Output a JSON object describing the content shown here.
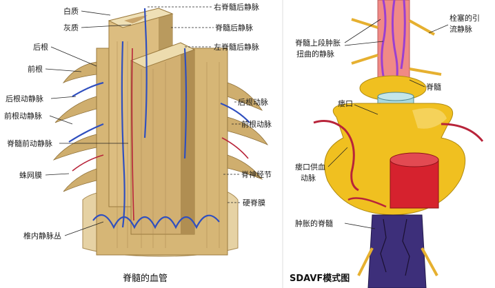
{
  "left_panel": {
    "caption": "脊髓的血管",
    "labels": {
      "white_matter": "白质",
      "gray_matter": "灰质",
      "dorsal_root": "后根",
      "ventral_root": "前根",
      "post_root_vein_left": "后根动静脉",
      "ant_root_artery_left": "前根动静脉",
      "ant_spinal_vessels": "脊髓前动静脉",
      "arachnoid": "蛛网膜",
      "int_venous_plexus": "椎内静脉丛",
      "right_post_spinal_vein_top": "右脊髓后静脉",
      "post_spinal_vein": "脊髓后静脉",
      "left_post_spinal_vein": "左脊髓后静脉",
      "post_root_artery_right": "后根动脉",
      "ant_root_artery_right": "前根动脉",
      "spinal_ganglion": "脊神经节",
      "dura": "硬脊膜"
    }
  },
  "right_panel": {
    "caption": "SDAVF模式图",
    "labels": {
      "embolized_drain_l1": "栓塞的引",
      "embolized_drain_l2": "流静脉",
      "engorged_l1": "脊髓上段肿胀",
      "engorged_l2": "扭曲的静脉",
      "spinal_cord": "脊髓",
      "fistula": "瘘口",
      "feeder_l1": "瘘口供血",
      "feeder_l2": "动脉",
      "swollen_cord": "肿胀的脊髓"
    }
  },
  "colors": {
    "cord": "#d8b878",
    "cord_dark": "#a07a40",
    "vein": "#2f4fbf",
    "artery": "#b8243a",
    "vertebra": "#f0c020",
    "pink_cord": "#f08080",
    "purple": "#9b3fd1",
    "cyan": "#a9d8df",
    "blackbox": "#3d2f7a"
  }
}
